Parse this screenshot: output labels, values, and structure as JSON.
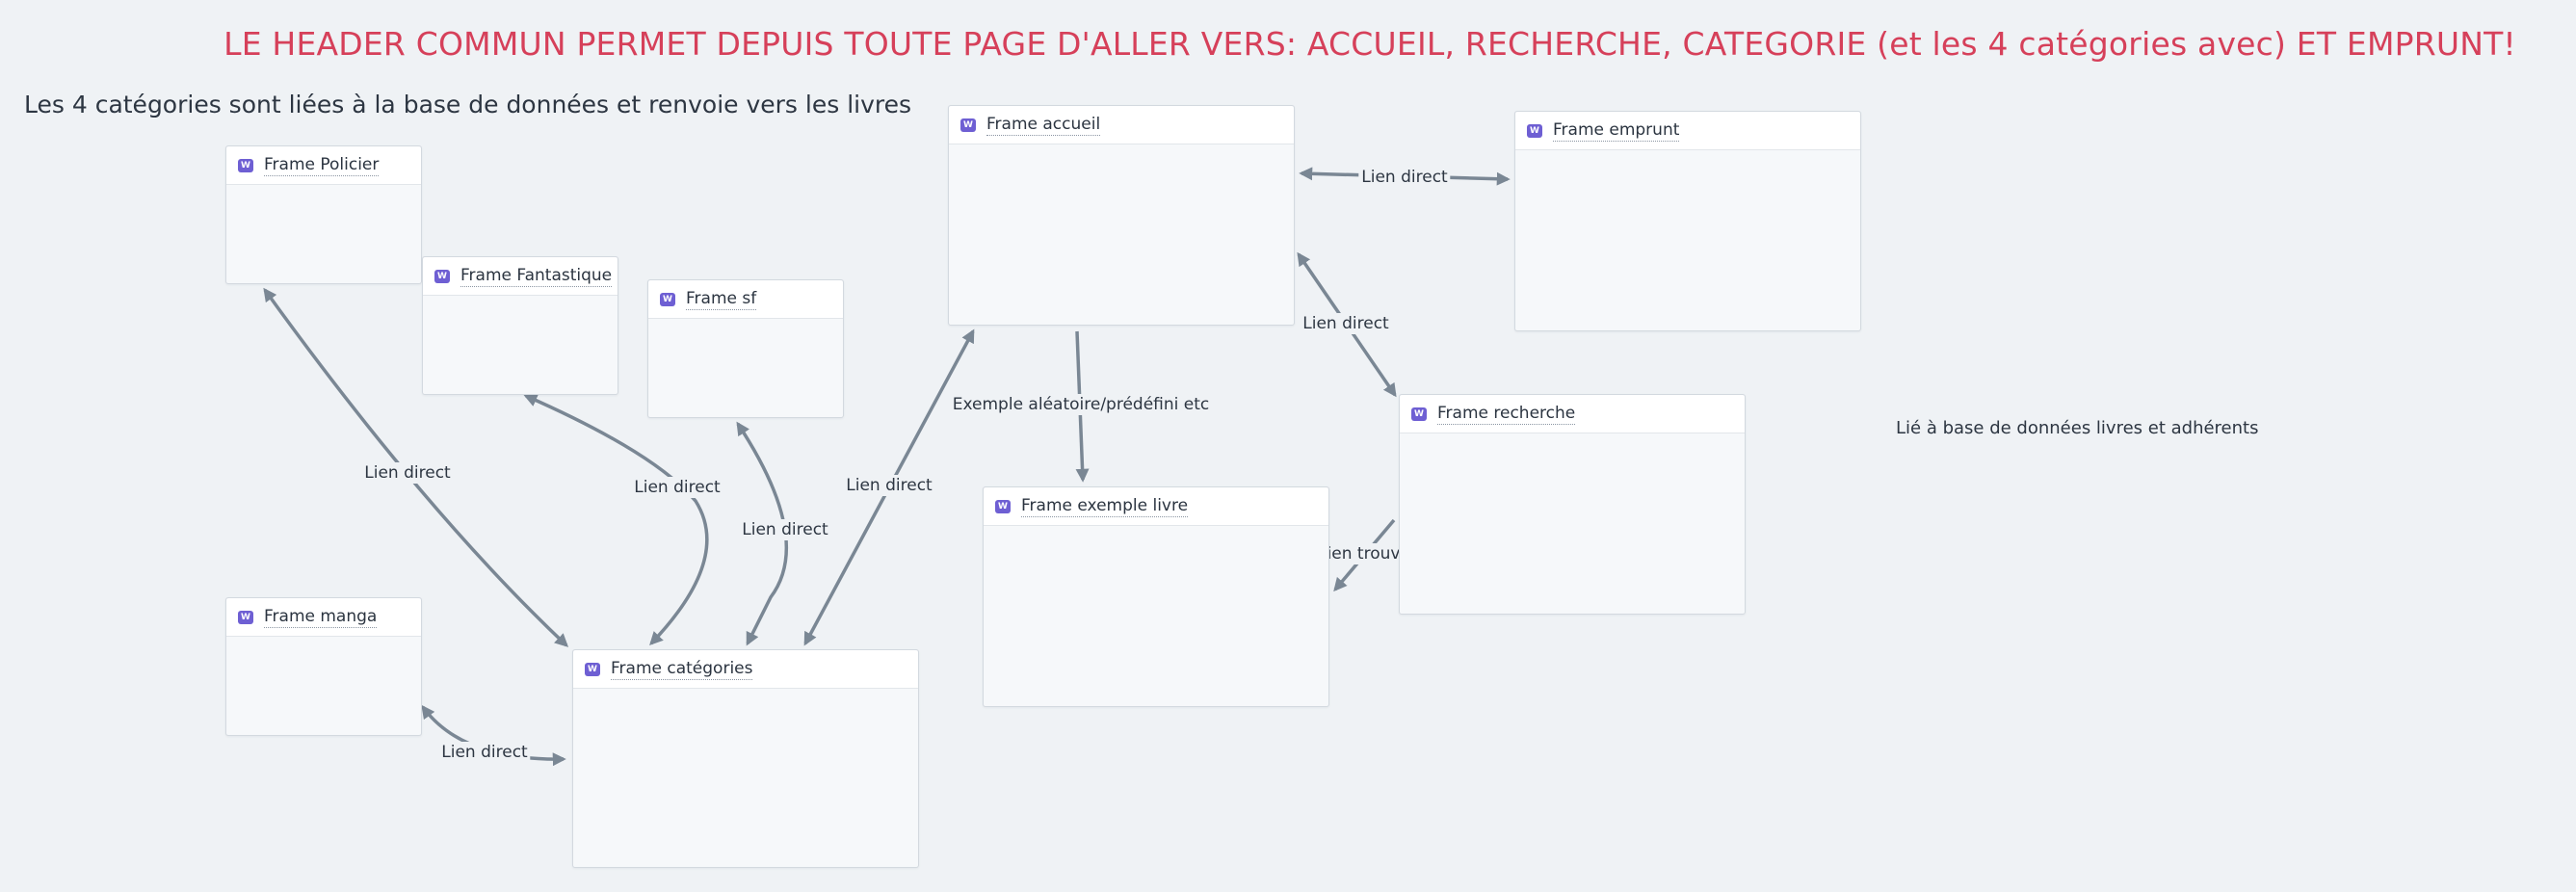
{
  "notes": {
    "header": "LE HEADER COMMUN PERMET DEPUIS TOUTE PAGE D'ALLER VERS: ACCUEIL, RECHERCHE, CATEGORIE (et les 4 catégories avec) ET EMPRUNT!",
    "categories": "Les 4 catégories sont liées à la base de données et renvoie vers les livres",
    "database": "Lié à base de données livres et adhérents"
  },
  "frames": {
    "policier": "Frame Policier",
    "fantastique": "Frame Fantastique",
    "sf": "Frame sf",
    "manga": "Frame manga",
    "categories": "Frame catégories",
    "accueil": "Frame accueil",
    "exemple_livre": "Frame exemple livre",
    "emprunt": "Frame emprunt",
    "recherche": "Frame recherche"
  },
  "edges": {
    "policier_categories": "Lien direct",
    "fantastique_categories": "Lien direct",
    "sf_categories": "Lien direct",
    "accueil_categories": "Lien direct",
    "manga_categories": "Lien direct",
    "accueil_emprunt": "Lien direct",
    "accueil_recherche": "Lien direct",
    "accueil_exemple": "Exemple aléatoire/prédéfini etc",
    "recherche_exemple": "Lien trouvé"
  },
  "colors": {
    "header_note": "#d6405a",
    "edge": "#7a8794",
    "frame_badge": "#6e5fd3"
  },
  "icons": {
    "frame_badge": "w-badge-icon"
  }
}
